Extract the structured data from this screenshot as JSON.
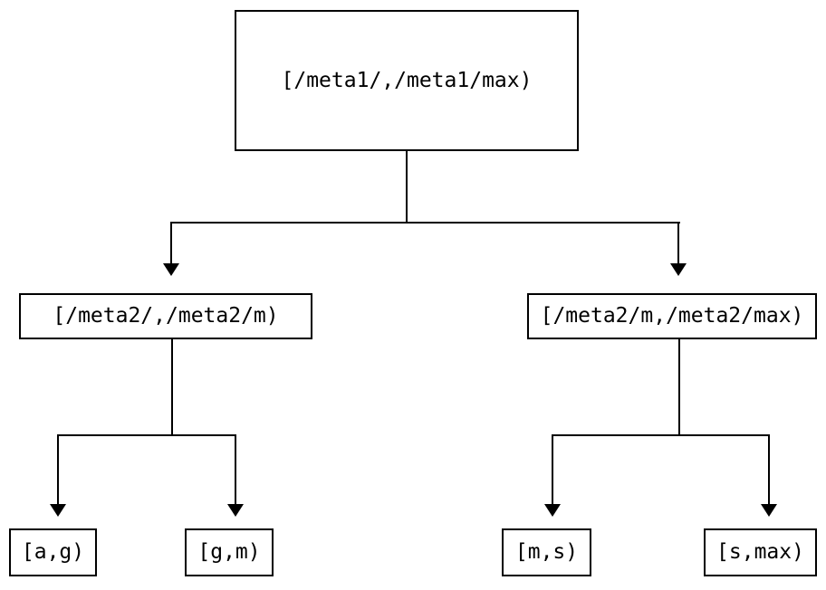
{
  "diagram": {
    "type": "tree",
    "title": "",
    "background_color": "#ffffff",
    "line_color": "#000000",
    "text_color": "#000000",
    "nodes": {
      "root": {
        "label": "[/meta1/,/meta1/max)",
        "level": 0
      },
      "mid_left": {
        "label": "[/meta2/,/meta2/m)",
        "level": 1
      },
      "mid_right": {
        "label": "[/meta2/m,/meta2/max)",
        "level": 1
      },
      "leaf_1": {
        "label": "[a,g)",
        "level": 2
      },
      "leaf_2": {
        "label": "[g,m)",
        "level": 2
      },
      "leaf_3": {
        "label": "[m,s)",
        "level": 2
      },
      "leaf_4": {
        "label": "[s,max)",
        "level": 2
      }
    },
    "edges": [
      {
        "from": "root",
        "to": "mid_left",
        "arrow": "down"
      },
      {
        "from": "root",
        "to": "mid_right",
        "arrow": "down"
      },
      {
        "from": "mid_left",
        "to": "leaf_1",
        "arrow": "down"
      },
      {
        "from": "mid_left",
        "to": "leaf_2",
        "arrow": "down"
      },
      {
        "from": "mid_right",
        "to": "leaf_3",
        "arrow": "down"
      },
      {
        "from": "mid_right",
        "to": "leaf_4",
        "arrow": "down"
      }
    ]
  }
}
